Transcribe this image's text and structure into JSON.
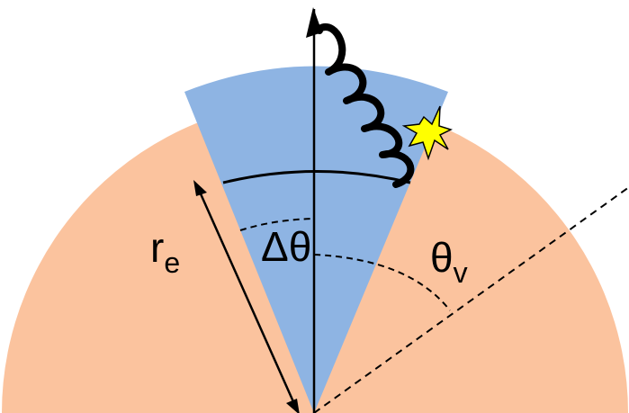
{
  "labels": {
    "radius": "r",
    "radius_subscript": "e",
    "delta_theta": "Δθ",
    "theta": "θ",
    "theta_subscript": "v"
  },
  "colors": {
    "half_disk": "#FBC39E",
    "wedge": "#8EB4E3",
    "star": "#FFFF00",
    "lines": "#000000"
  },
  "icons": {
    "photon": "wavy-arrow-icon",
    "flash": "starburst-icon"
  }
}
